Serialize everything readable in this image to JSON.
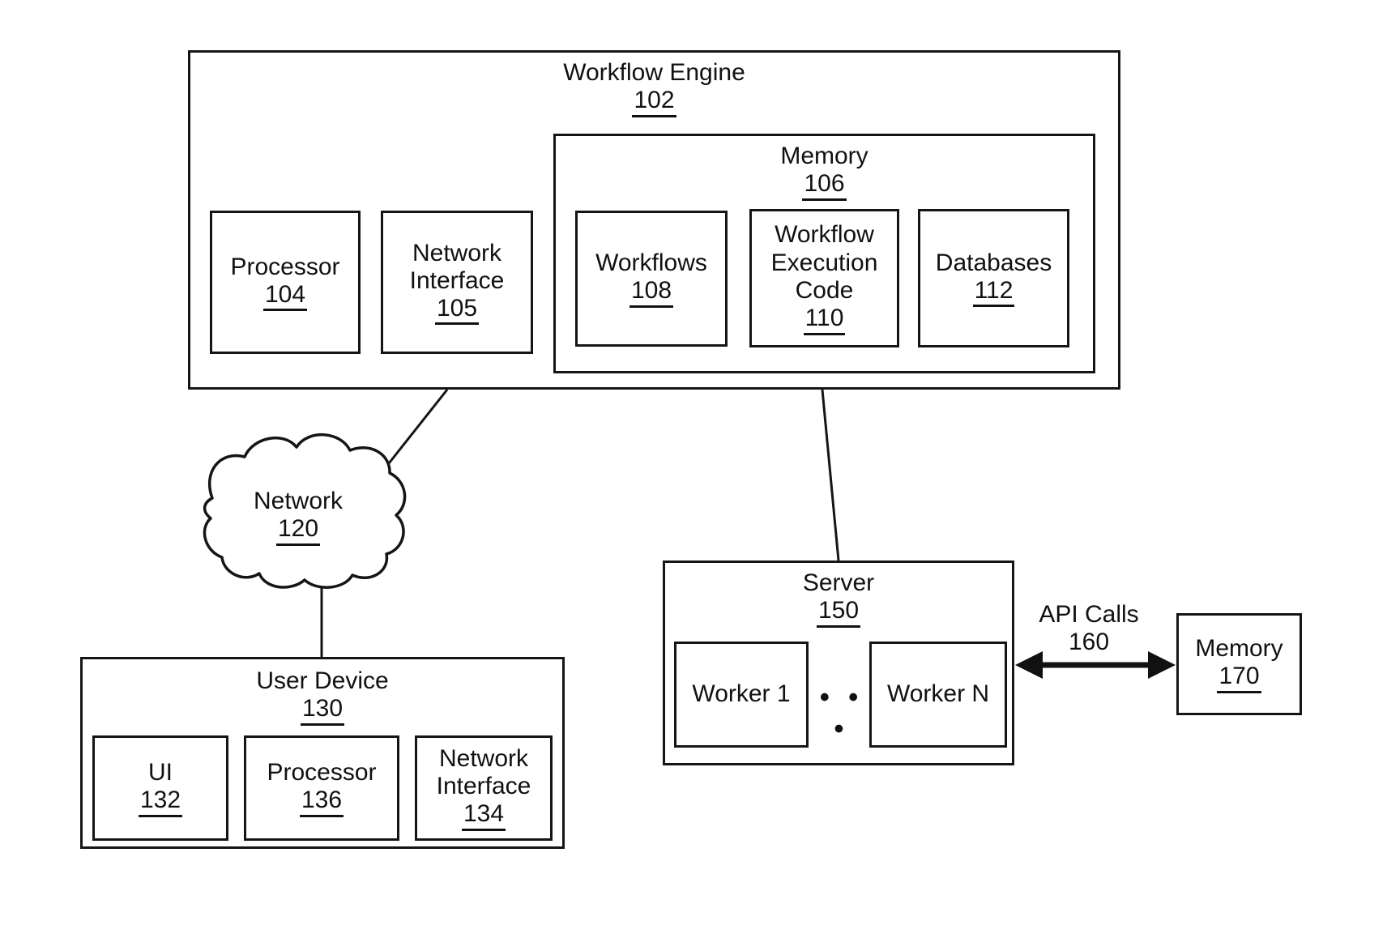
{
  "figure": {
    "background_color": "#ffffff",
    "ink_color": "#111111"
  },
  "nodes": {
    "workflow_engine": {
      "label": "Workflow Engine",
      "ref": "102"
    },
    "processor": {
      "label": "Processor",
      "ref": "104"
    },
    "network_interface": {
      "label": "Network Interface",
      "ref": "105"
    },
    "memory": {
      "label": "Memory",
      "ref": "106"
    },
    "workflows": {
      "label": "Workflows",
      "ref": "108"
    },
    "workflow_execution_code": {
      "label": "Workflow Execution Code",
      "ref": "110"
    },
    "databases": {
      "label": "Databases",
      "ref": "112"
    },
    "network_cloud": {
      "label": "Network",
      "ref": "120"
    },
    "user_device": {
      "label": "User Device",
      "ref": "130"
    },
    "ui": {
      "label": "UI",
      "ref": "132"
    },
    "user_processor": {
      "label": "Processor",
      "ref": "136"
    },
    "user_network_interface": {
      "label": "Network Interface",
      "ref": "134"
    },
    "server": {
      "label": "Server",
      "ref": "150"
    },
    "worker_1": {
      "label": "Worker 1"
    },
    "worker_n": {
      "label": "Worker N"
    },
    "api_calls": {
      "label": "API Calls",
      "ref": "160"
    },
    "remote_memory": {
      "label": "Memory",
      "ref": "170"
    }
  },
  "icons": {
    "ellipsis": "• • •"
  }
}
